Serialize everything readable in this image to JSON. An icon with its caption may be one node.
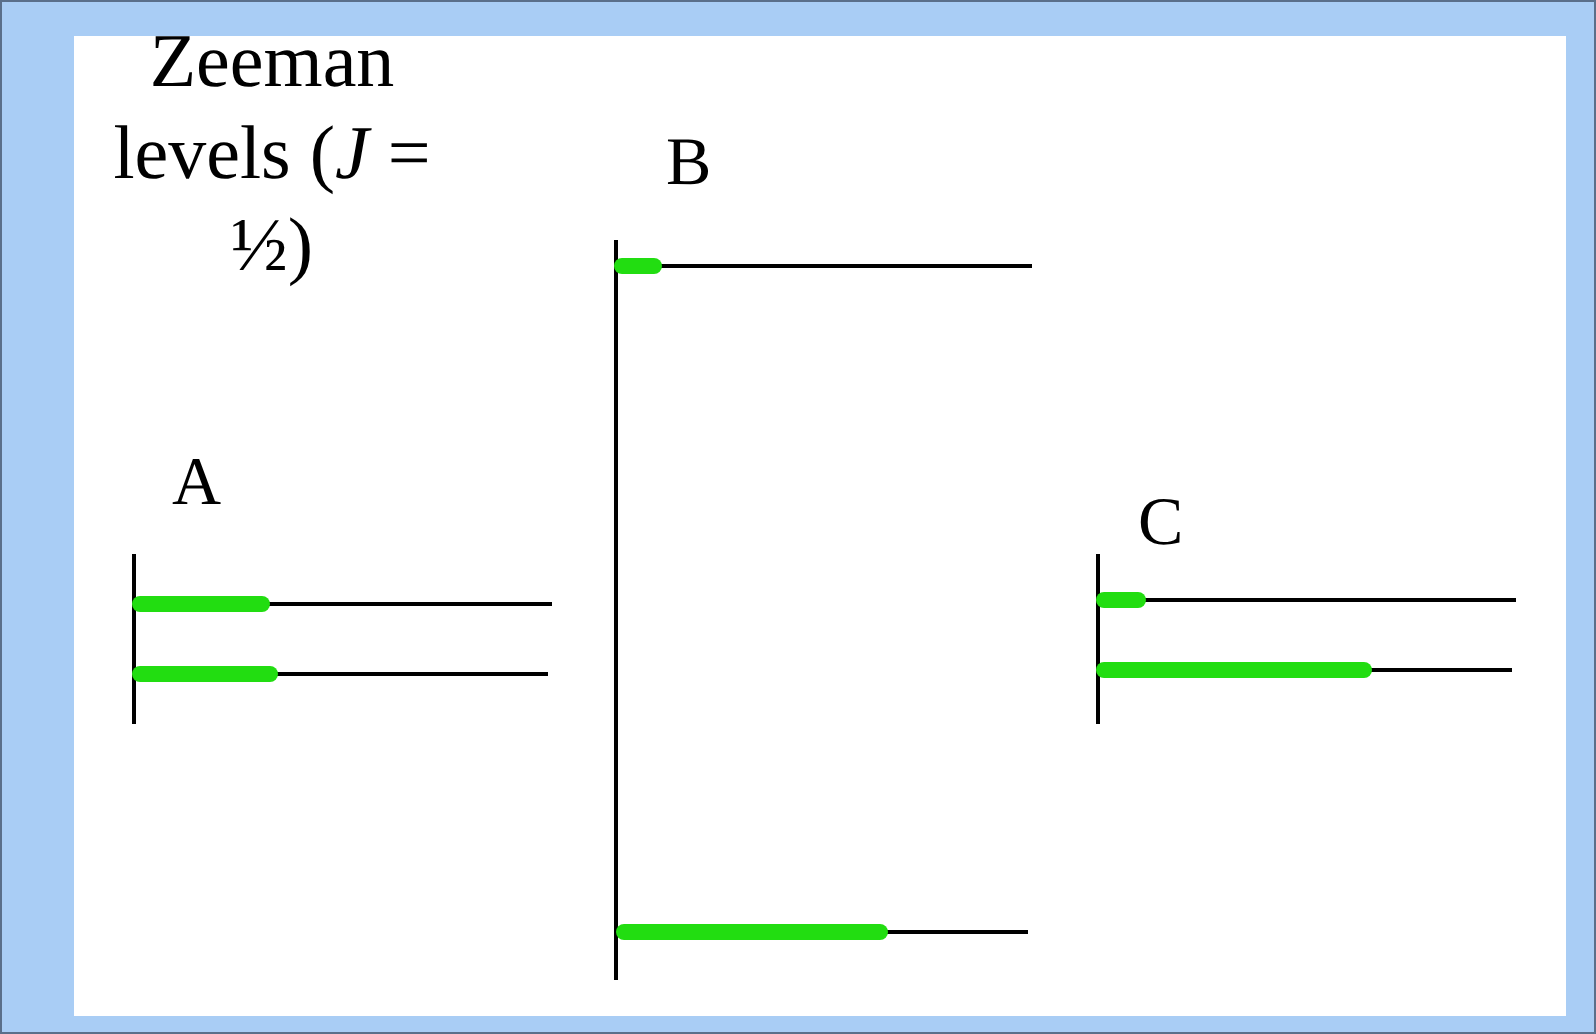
{
  "diagram": {
    "title": "Zeeman levels (*J* = ½)",
    "labels": [
      "A",
      "B",
      "C"
    ]
  }
}
